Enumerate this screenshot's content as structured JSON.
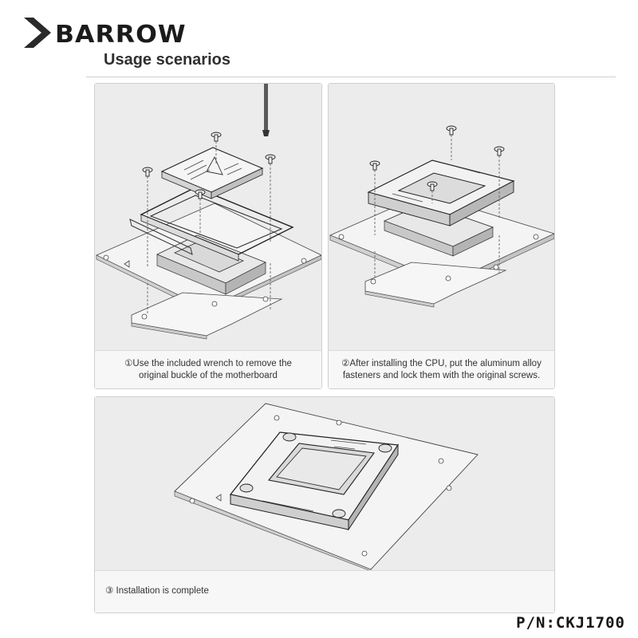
{
  "header": {
    "brand": "BARROW",
    "title": "Usage scenarios"
  },
  "steps": [
    {
      "number": "①",
      "line1": "Use the included wrench to remove the",
      "line2": "original buckle of the motherboard"
    },
    {
      "number": "②",
      "line1": "After installing the CPU, put the aluminum alloy",
      "line2": "fasteners and lock them with the original screws."
    },
    {
      "number": "③",
      "line1": "Installation is complete"
    }
  ],
  "footer": {
    "part_number": "P/N:CKJ1700"
  },
  "colors": {
    "panel_bg": "#ececec",
    "caption_bg": "#f7f7f7",
    "text": "#333333",
    "logo_dark": "#2a2a2a"
  }
}
